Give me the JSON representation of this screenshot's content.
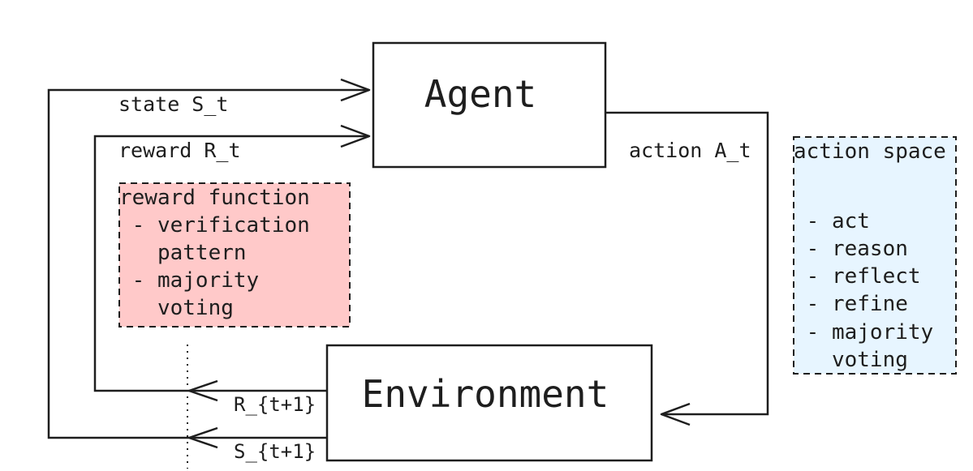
{
  "diagram": {
    "agent_label": "Agent",
    "environment_label": "Environment",
    "state_label": "state S_t",
    "reward_label": "reward R_t",
    "action_label": "action A_t",
    "next_reward_label": "R_{t+1}",
    "next_state_label": "S_{t+1}",
    "reward_function": {
      "title": "reward function",
      "lines": [
        " - verification",
        "   pattern",
        " - majority",
        "   voting"
      ],
      "fill": "#ffc9c9"
    },
    "action_space": {
      "title": "action space",
      "lines": [
        "",
        " - act",
        " - reason",
        " - reflect",
        " - refine",
        " - majority",
        "   voting"
      ],
      "fill": "#e7f5ff"
    },
    "stroke_color": "#1e1e1e"
  }
}
